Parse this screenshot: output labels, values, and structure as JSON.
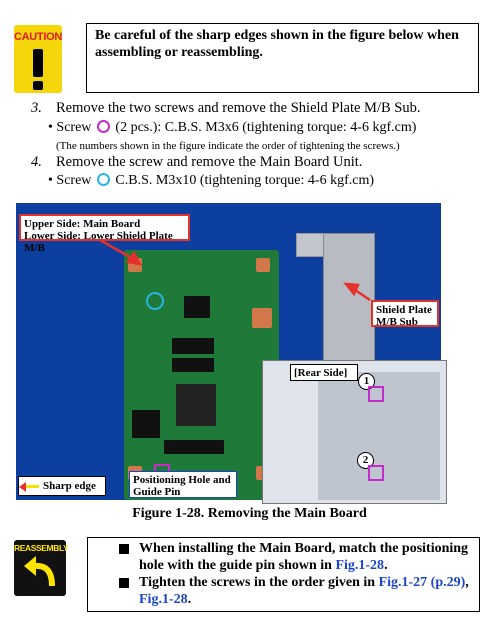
{
  "caution": {
    "icon_label": "CAUTION",
    "text": "Be careful of the sharp edges shown in the figure below when assembling or reassembling."
  },
  "steps": [
    {
      "num": "3.",
      "text": "Remove the two screws and remove the Shield Plate M/B Sub.",
      "sub": "Screw",
      "sub_spec": "(2 pcs.): C.B.S. M3x6 (tightening torque: 4-6 kgf.cm)",
      "note": "(The numbers shown in the figure indicate the order of tightening the screws.)"
    },
    {
      "num": "4.",
      "text": "Remove the screw and remove the Main Board Unit.",
      "sub": "Screw",
      "sub_spec": "C.B.S. M3x10 (tightening torque: 4-6 kgf.cm)"
    }
  ],
  "figure": {
    "label_upper_line1": "Upper Side: Main Board",
    "label_upper_line2": "Lower Side: Lower Shield Plate M/B",
    "label_shield_line1": "Shield Plate",
    "label_shield_line2": "M/B Sub",
    "label_rear": "[Rear Side]",
    "label_positioning_line1": "Positioning Hole and",
    "label_positioning_line2": "Guide Pin",
    "label_sharp": "Sharp edge",
    "screw_num_1": "1",
    "screw_num_2": "2",
    "caption": "Figure 1-28. Removing the Main Board"
  },
  "reassembly": {
    "icon_label": "REASSEMBLY",
    "item1_a": "When installing the Main Board, match the positioning hole with the guide pin shown in ",
    "item1_link": "Fig.1-28",
    "item1_b": ".",
    "item2_a": "Tighten the screws in the order given in ",
    "item2_link1": "Fig.1-27 (p.29)",
    "item2_b": ",",
    "item2_link2": "Fig.1-28",
    "item2_c": "."
  },
  "colors": {
    "caution_yellow": "#f5d60a",
    "screw_magenta": "#c42bc9",
    "screw_cyan": "#2bb3e6",
    "link_blue": "#1c44c7",
    "arrow_red": "#e5312b"
  }
}
